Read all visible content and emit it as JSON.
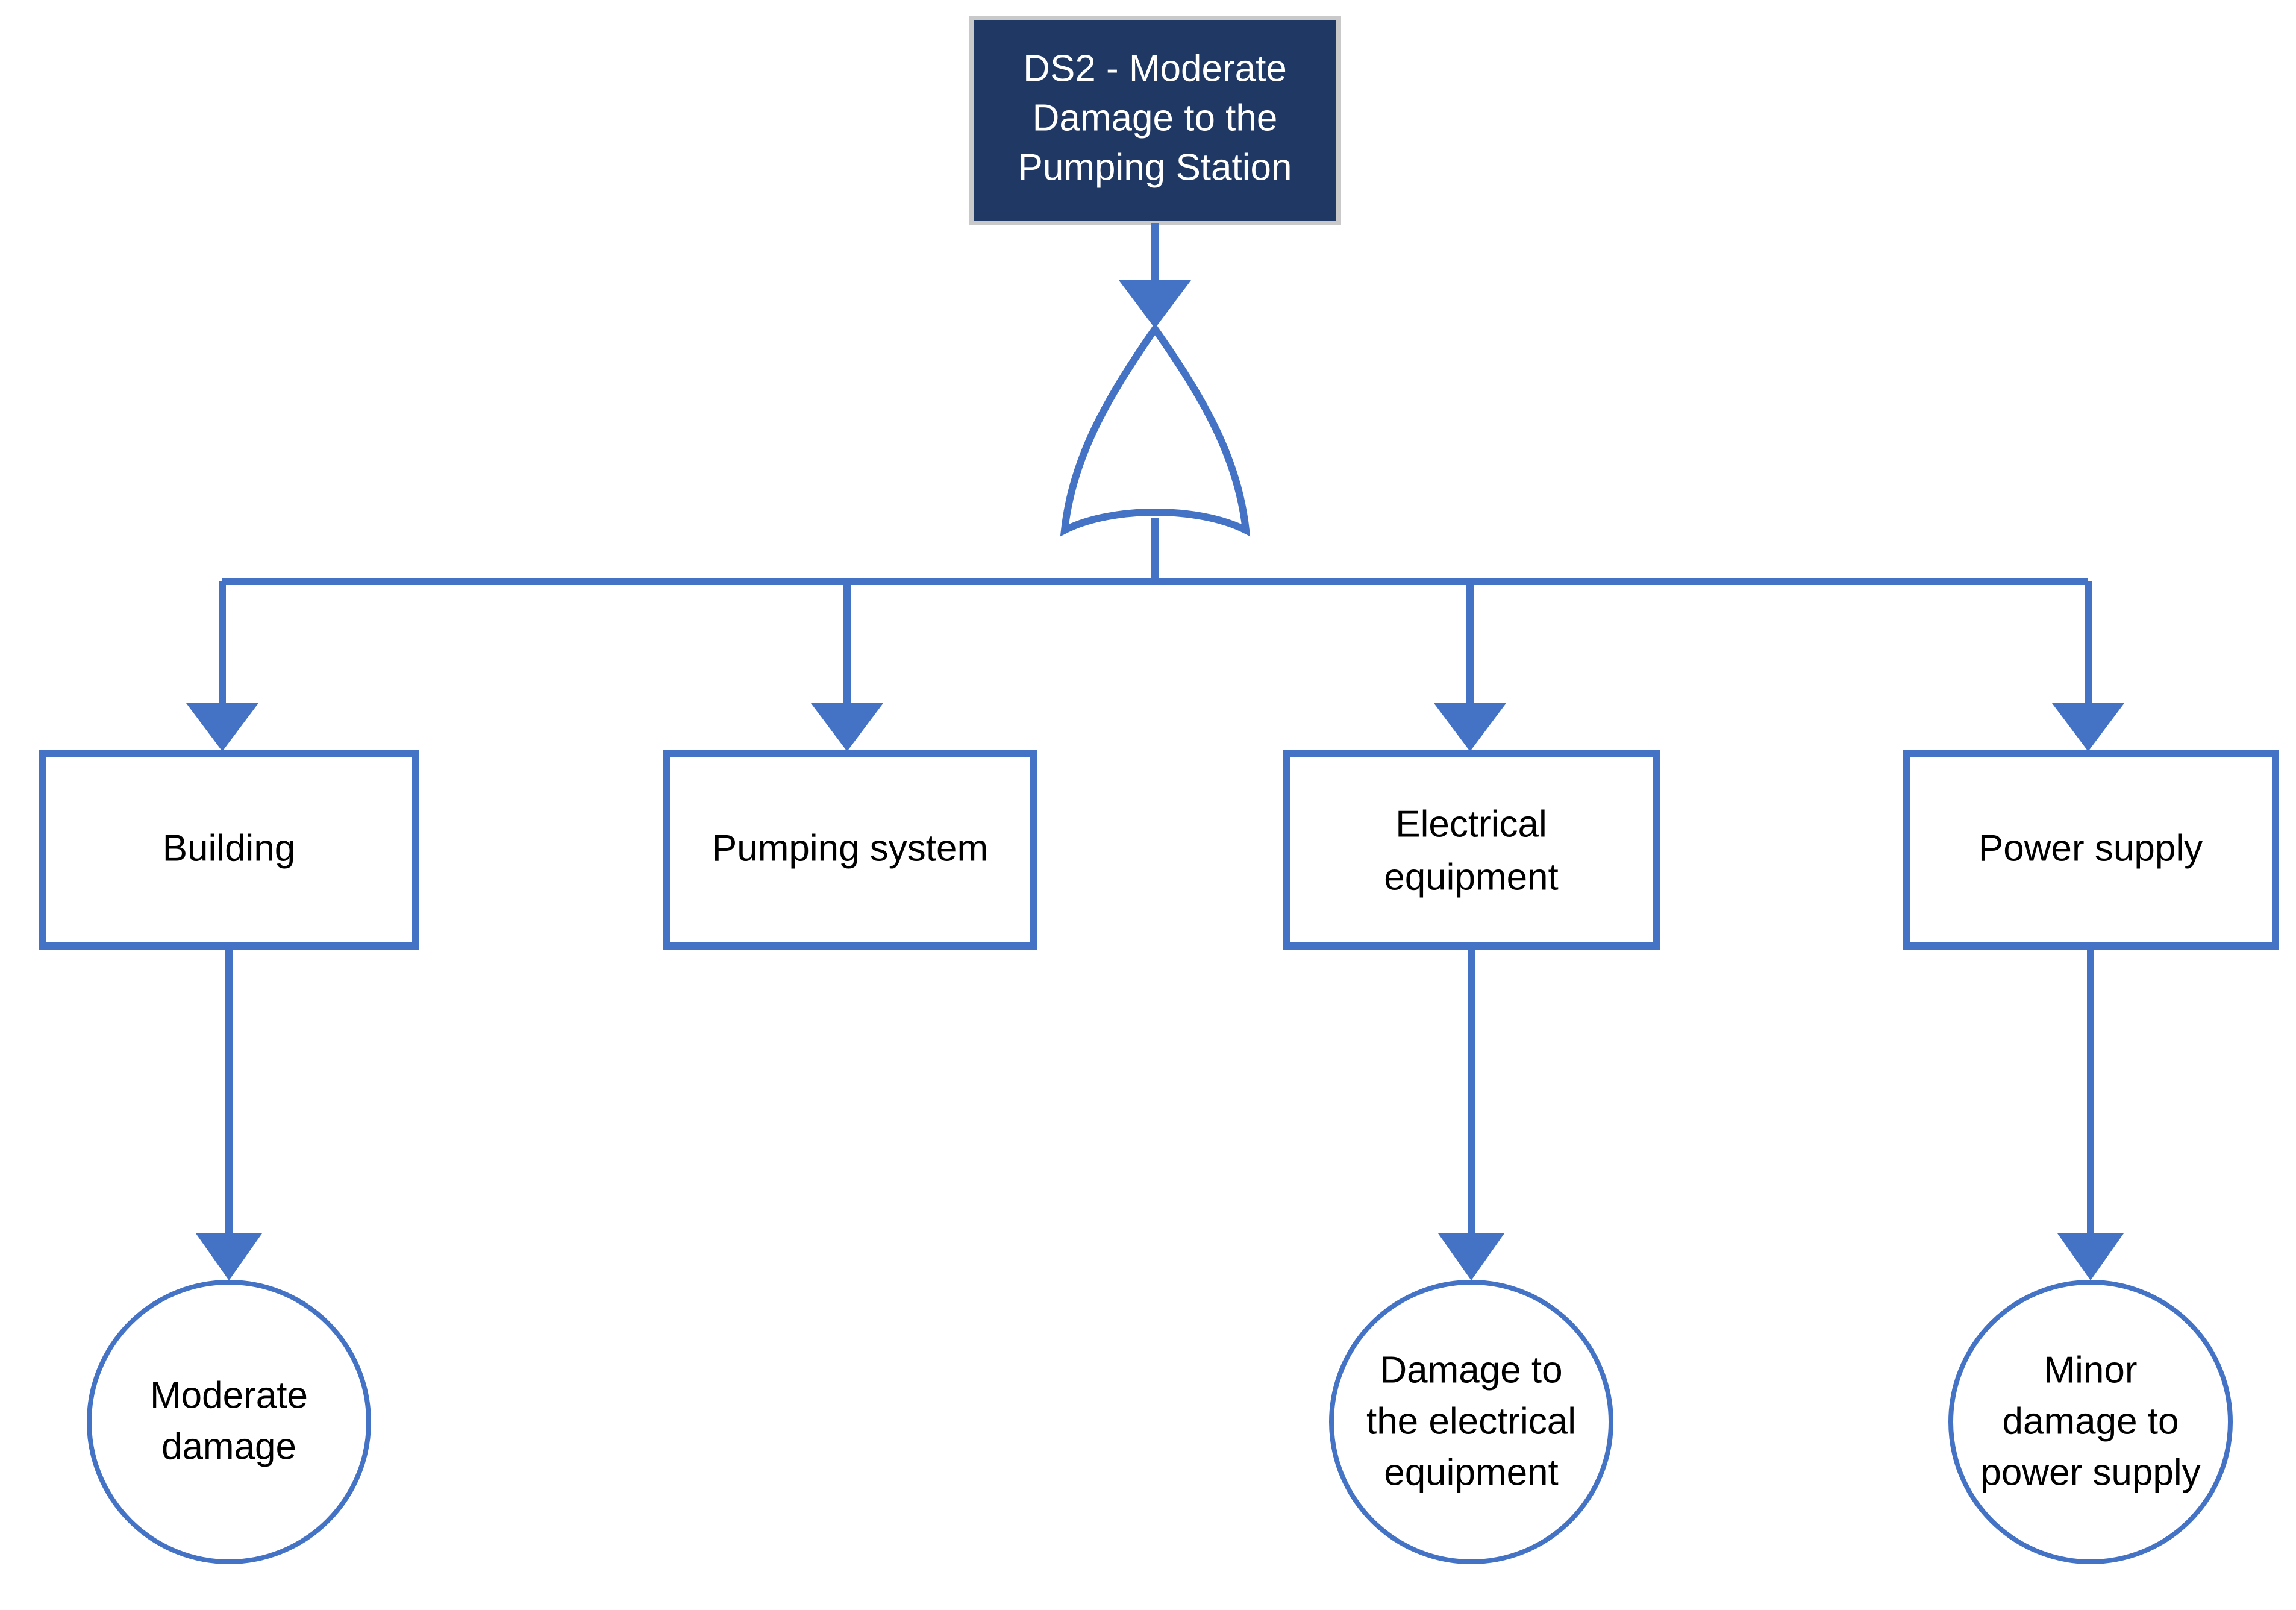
{
  "diagram": {
    "type": "fault-tree",
    "title": "DS2 - Moderate Damage to the Pumping Station",
    "colors": {
      "top_node_fill": "#203864",
      "top_node_border": "#C9C9C9",
      "top_node_text": "#FFFFFF",
      "connector": "#4472C4",
      "node_border": "#4472C4",
      "node_fill": "#FFFFFF",
      "node_text": "#000000",
      "background": "#FFFFFF"
    },
    "top_event": {
      "id": "ds2-top-event",
      "lines": [
        "DS2 - Moderate",
        "Damage to  the",
        "Pumping Station"
      ]
    },
    "gate": {
      "id": "or-gate",
      "kind": "OR",
      "label": ""
    },
    "intermediate_nodes": [
      {
        "id": "building",
        "lines": [
          "Building"
        ],
        "has_child": true
      },
      {
        "id": "pumping-system",
        "lines": [
          "Pumping system"
        ],
        "has_child": false
      },
      {
        "id": "electrical-equipment",
        "lines": [
          "Electrical",
          "equipment"
        ],
        "has_child": true
      },
      {
        "id": "power-supply",
        "lines": [
          "Power supply"
        ],
        "has_child": true
      }
    ],
    "basic_events": [
      {
        "id": "moderate-damage",
        "lines": [
          "Moderate",
          "damage"
        ],
        "parent": "building"
      },
      {
        "id": "damage-electrical-equipment",
        "lines": [
          "Damage to",
          "the electrical",
          "equipment"
        ],
        "parent": "electrical-equipment"
      },
      {
        "id": "minor-damage-power-supply",
        "lines": [
          "Minor",
          "damage to",
          "power supply"
        ],
        "parent": "power-supply"
      }
    ]
  }
}
